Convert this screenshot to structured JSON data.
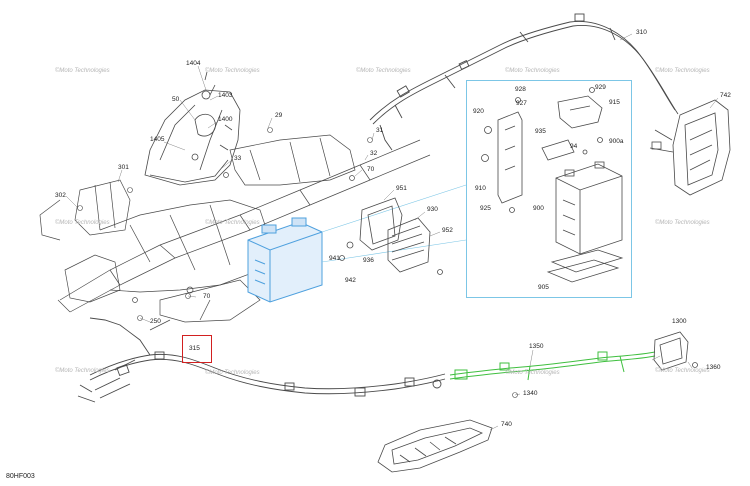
{
  "figure_code": "80HF003",
  "highlighted_part": "315",
  "watermark_text": "©Moto Technologies",
  "colors": {
    "highlight_box": "#d22020",
    "inset_frame": "#7cc6e6",
    "battery_highlight": "#4ea0de",
    "green_harness": "#3fbf3f",
    "line_art": "#4a4a4a"
  },
  "labels": [
    {
      "id": "1404",
      "text": "1404"
    },
    {
      "id": "1403",
      "text": "1403"
    },
    {
      "id": "50",
      "text": "50"
    },
    {
      "id": "1400",
      "text": "1400"
    },
    {
      "id": "1405",
      "text": "1405"
    },
    {
      "id": "33",
      "text": "33"
    },
    {
      "id": "29",
      "text": "29"
    },
    {
      "id": "31",
      "text": "31"
    },
    {
      "id": "32",
      "text": "32"
    },
    {
      "id": "70a",
      "text": "70"
    },
    {
      "id": "301",
      "text": "301"
    },
    {
      "id": "302",
      "text": "302"
    },
    {
      "id": "951",
      "text": "951"
    },
    {
      "id": "930",
      "text": "930"
    },
    {
      "id": "952",
      "text": "952"
    },
    {
      "id": "936",
      "text": "936"
    },
    {
      "id": "941",
      "text": "941"
    },
    {
      "id": "942",
      "text": "942"
    },
    {
      "id": "70b",
      "text": "70"
    },
    {
      "id": "250",
      "text": "250"
    },
    {
      "id": "310",
      "text": "310"
    },
    {
      "id": "742",
      "text": "742"
    },
    {
      "id": "928",
      "text": "928"
    },
    {
      "id": "927",
      "text": "927"
    },
    {
      "id": "920",
      "text": "920"
    },
    {
      "id": "929",
      "text": "929"
    },
    {
      "id": "915",
      "text": "915"
    },
    {
      "id": "935",
      "text": "935"
    },
    {
      "id": "94",
      "text": "94"
    },
    {
      "id": "900a",
      "text": "900a"
    },
    {
      "id": "910",
      "text": "910"
    },
    {
      "id": "925",
      "text": "925"
    },
    {
      "id": "900",
      "text": "900"
    },
    {
      "id": "905",
      "text": "905"
    },
    {
      "id": "1350",
      "text": "1350"
    },
    {
      "id": "1300",
      "text": "1300"
    },
    {
      "id": "1360",
      "text": "1360"
    },
    {
      "id": "1340",
      "text": "1340"
    },
    {
      "id": "740",
      "text": "740"
    }
  ]
}
